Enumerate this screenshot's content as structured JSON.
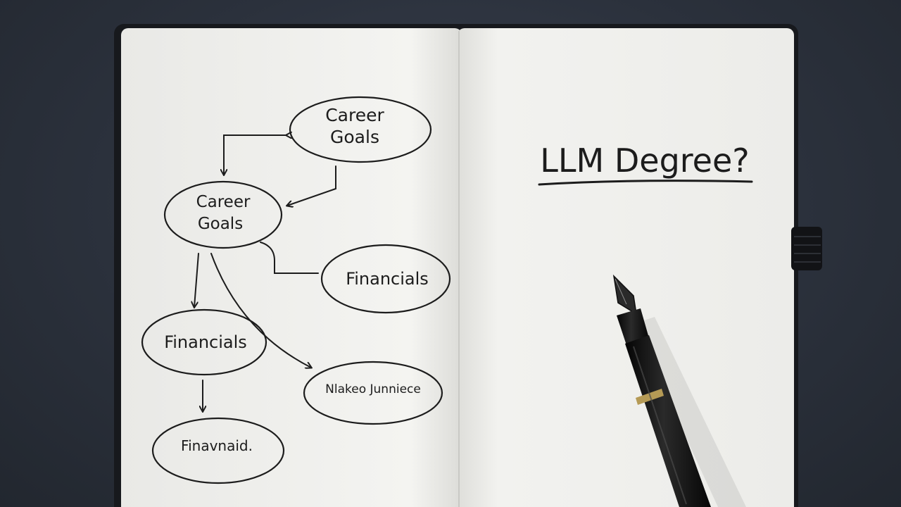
{
  "colors": {
    "background": "#2b313c",
    "paper": "#f2f2ef",
    "ink": "#1c1c1c",
    "pen_body": "#111111",
    "pen_band": "#b59a55"
  },
  "left_page": {
    "nodes": [
      {
        "id": "career-goals-top",
        "line1": "Career",
        "line2": "Goals"
      },
      {
        "id": "career-goals-mid",
        "line1": "Career",
        "line2": "Goals"
      },
      {
        "id": "financials-right",
        "label": "Financials"
      },
      {
        "id": "financials-left",
        "label": "Financials"
      },
      {
        "id": "scribble-right",
        "label": "Nlakeo Junniece"
      },
      {
        "id": "scribble-bottom",
        "label": "Finavnaid."
      }
    ]
  },
  "right_page": {
    "title": "LLM Degree?"
  },
  "objects": [
    "fountain-pen-icon",
    "elastic-band-closure-icon"
  ]
}
